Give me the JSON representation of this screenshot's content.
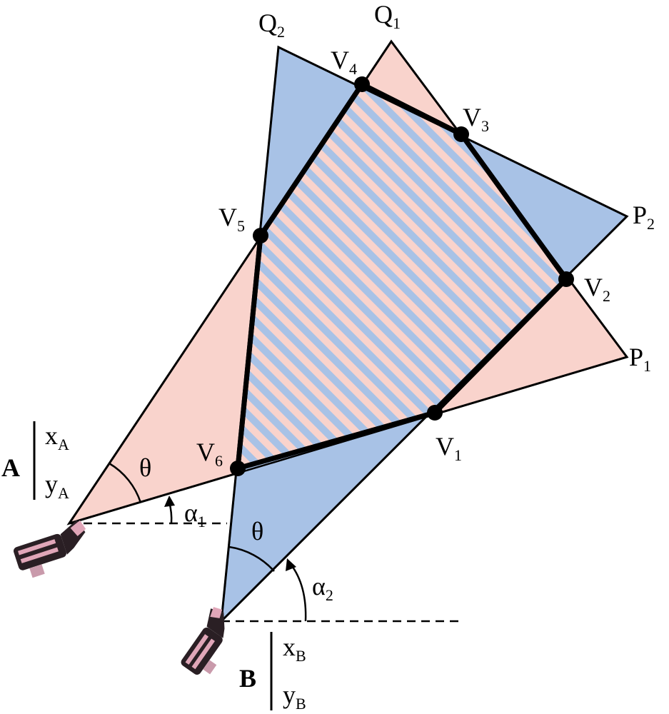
{
  "colors": {
    "fov_a": "#f9d3cc",
    "fov_b": "#a8c2e6",
    "stripe_pink": "#f9d3cc",
    "stripe_blue": "#a8c2e6",
    "outline": "#000000",
    "camera_body": "#2a1f24",
    "camera_accent": "#e0a6b8"
  },
  "labels": {
    "q2": {
      "main": "Q",
      "sub": "2"
    },
    "q1": {
      "main": "Q",
      "sub": "1"
    },
    "p2": {
      "main": "P",
      "sub": "2"
    },
    "p1": {
      "main": "P",
      "sub": "1"
    },
    "v1": {
      "main": "V",
      "sub": "1"
    },
    "v2": {
      "main": "V",
      "sub": "2"
    },
    "v3": {
      "main": "V",
      "sub": "3"
    },
    "v4": {
      "main": "V",
      "sub": "4"
    },
    "v5": {
      "main": "V",
      "sub": "5"
    },
    "v6": {
      "main": "V",
      "sub": "6"
    },
    "theta_a": "θ",
    "theta_b": "θ",
    "alpha1": {
      "main": "α",
      "sub": "1"
    },
    "alpha2": {
      "main": "α",
      "sub": "2"
    }
  },
  "camera_a": {
    "name": "A",
    "x": {
      "main": "x",
      "sub": "A"
    },
    "y": {
      "main": "y",
      "sub": "A"
    }
  },
  "camera_b": {
    "name": "B",
    "x": {
      "main": "x",
      "sub": "B"
    },
    "y": {
      "main": "y",
      "sub": "B"
    }
  },
  "icons": {
    "camera_a": "camera-icon",
    "camera_b": "camera-icon"
  }
}
